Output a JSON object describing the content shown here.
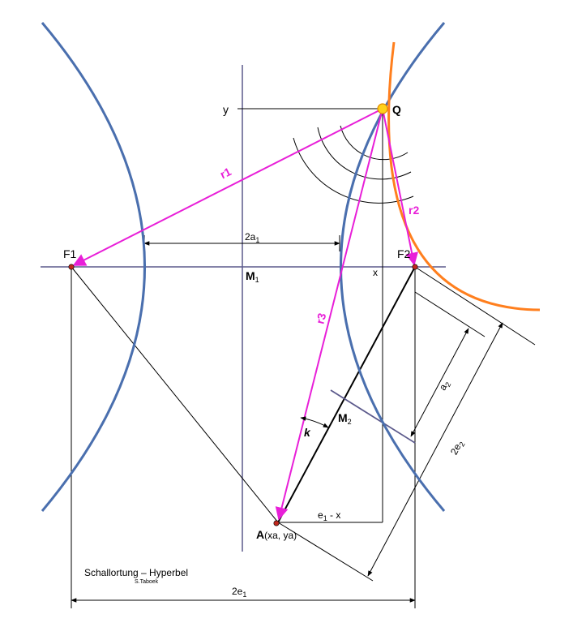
{
  "colors": {
    "hyperbola": "#4a6fae",
    "hyperbola2": "#ff7f1e",
    "vector": "#e81fd8",
    "axis": "#5c5a8c",
    "point": "#c0281e",
    "q_fill": "#ffd11a"
  },
  "labels": {
    "y": "y",
    "q": "Q",
    "r1": "r1",
    "r2": "r2",
    "r3": "r3",
    "f1": "F1",
    "f2": "F2",
    "two_a1_main": "2a",
    "two_a1_sub": "1",
    "m1_main": "M",
    "m1_sub": "1",
    "x": "x",
    "m2_main": "M",
    "m2_sub": "2",
    "k": "k",
    "a2_main": "a",
    "a2_sub": "2",
    "two_e2_main": "2e",
    "two_e2_sub": "2",
    "e1x_main": "e",
    "e1x_sub": "1",
    "e1x_tail": " - x",
    "a_bold": "A",
    "a_coords": "(xa, ya)",
    "title": "Schallortung – Hyperbel",
    "author": "S.Taboek",
    "two_e1_main": "2e",
    "two_e1_sub": "1"
  }
}
